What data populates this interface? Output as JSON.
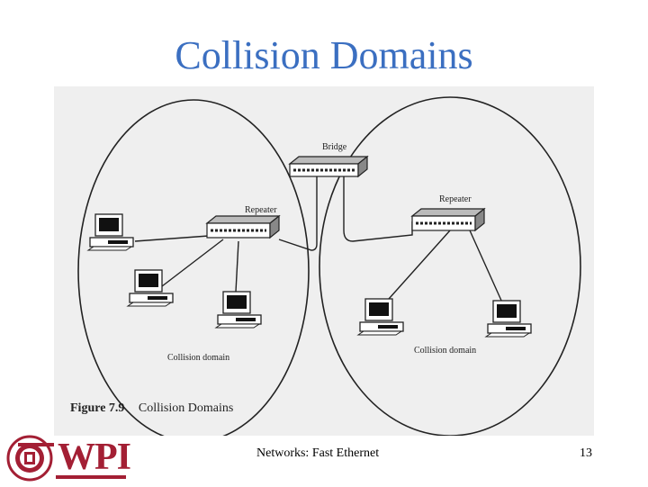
{
  "slide": {
    "title": "Collision Domains",
    "footer": "Networks: Fast Ethernet",
    "page_number": "13"
  },
  "logo": {
    "text": "WPI"
  },
  "figure": {
    "bridge_label": "Bridge",
    "left_repeater_label": "Repeater",
    "right_repeater_label": "Repeater",
    "left_domain_label": "Collision domain",
    "right_domain_label": "Collision domain",
    "figure_number": "Figure 7.9",
    "figure_caption": "Collision Domains"
  },
  "colors": {
    "title": "#3b6fc1",
    "logo": "#a31f34",
    "figure_bg": "#efefef",
    "ink": "#222222"
  },
  "icons": [
    "computer-icon",
    "hub-icon",
    "seal-icon"
  ]
}
